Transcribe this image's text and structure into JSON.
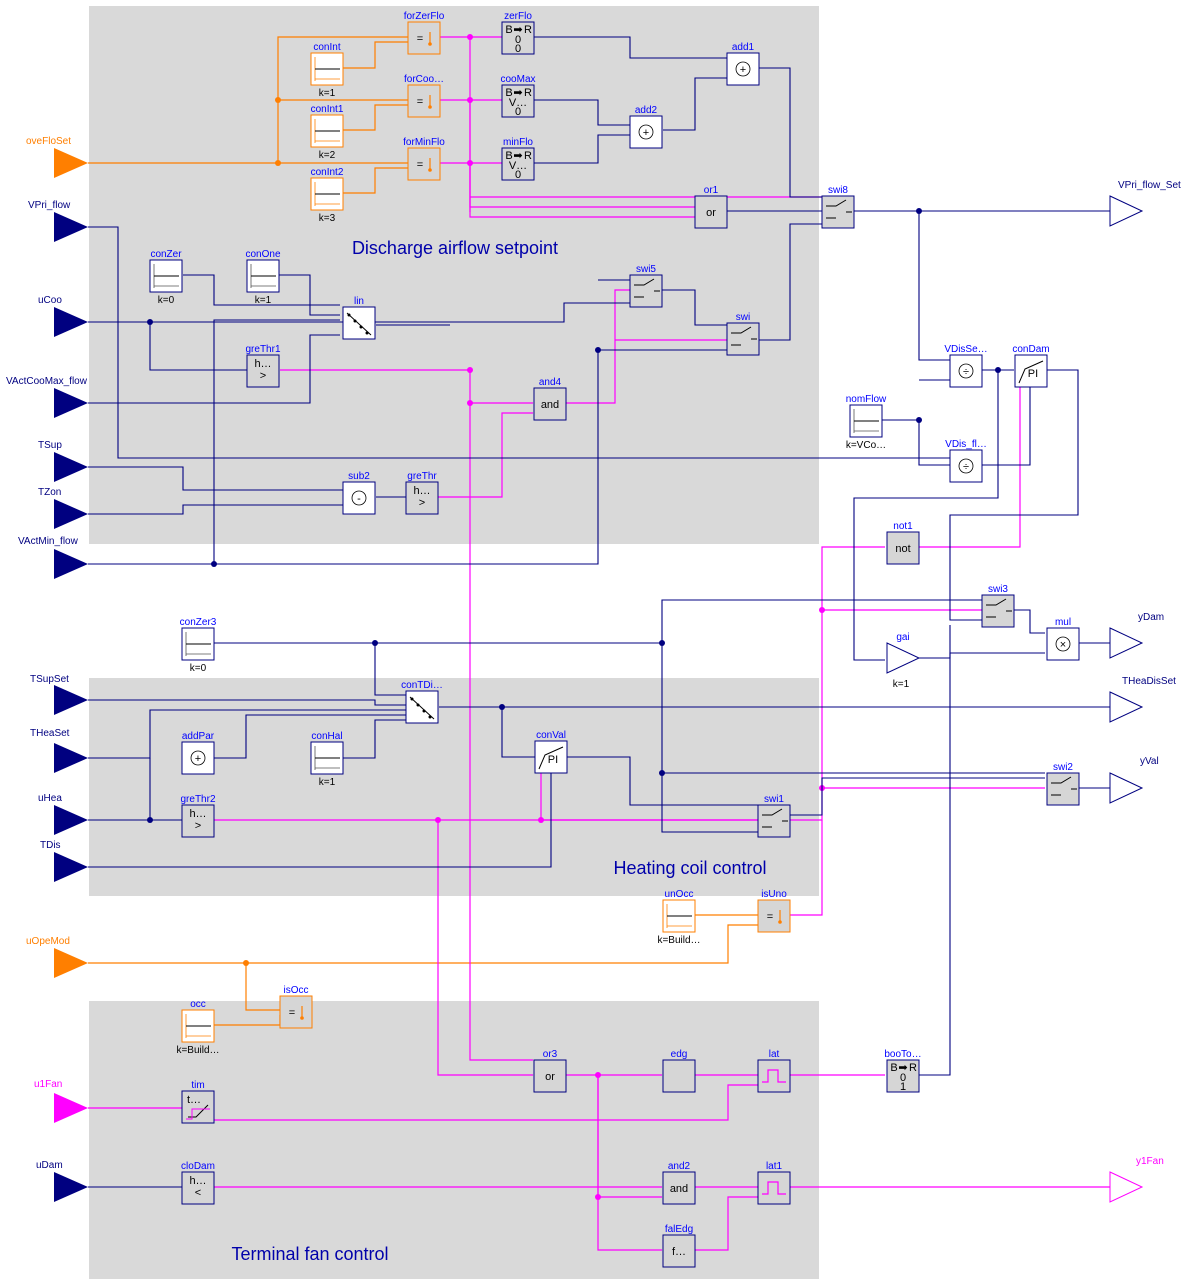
{
  "colors": {
    "real": "#000080",
    "boolean": "#ff00ff",
    "integer": "#ff7f00",
    "region": "#d9d9d9",
    "label": "#0000ff"
  },
  "regions": [
    {
      "id": "airflow",
      "title": "Discharge airflow setpoint"
    },
    {
      "id": "heating",
      "title": "Heating coil control"
    },
    {
      "id": "fan",
      "title": "Terminal fan control"
    }
  ],
  "inputs": [
    {
      "name": "oveFloSet",
      "type": "integer"
    },
    {
      "name": "VPri_flow",
      "type": "real"
    },
    {
      "name": "uCoo",
      "type": "real"
    },
    {
      "name": "VActCooMax_flow",
      "type": "real"
    },
    {
      "name": "TSup",
      "type": "real"
    },
    {
      "name": "TZon",
      "type": "real"
    },
    {
      "name": "VActMin_flow",
      "type": "real"
    },
    {
      "name": "TSupSet",
      "type": "real"
    },
    {
      "name": "THeaSet",
      "type": "real"
    },
    {
      "name": "uHea",
      "type": "real"
    },
    {
      "name": "TDis",
      "type": "real"
    },
    {
      "name": "uOpeMod",
      "type": "integer"
    },
    {
      "name": "u1Fan",
      "type": "boolean"
    },
    {
      "name": "uDam",
      "type": "real"
    }
  ],
  "outputs": [
    {
      "name": "VPri_flow_Set",
      "type": "real"
    },
    {
      "name": "yDam",
      "type": "real"
    },
    {
      "name": "THeaDisSet",
      "type": "real"
    },
    {
      "name": "yVal",
      "type": "real"
    },
    {
      "name": "y1Fan",
      "type": "boolean"
    }
  ],
  "blocks": [
    {
      "name": "forZerFlo",
      "kind": "inteq",
      "text": "="
    },
    {
      "name": "zerFlo",
      "kind": "b2r",
      "text": "0",
      "text2": "0"
    },
    {
      "name": "conInt",
      "kind": "const-int",
      "param": "k=1"
    },
    {
      "name": "forCoo…",
      "kind": "inteq",
      "text": "="
    },
    {
      "name": "cooMax",
      "kind": "b2r",
      "text": "V…",
      "text2": "0"
    },
    {
      "name": "add1",
      "kind": "op",
      "text": "+"
    },
    {
      "name": "add2",
      "kind": "op",
      "text": "+"
    },
    {
      "name": "conInt1",
      "kind": "const-int",
      "param": "k=2"
    },
    {
      "name": "forMinFlo",
      "kind": "inteq",
      "text": "="
    },
    {
      "name": "minFlo",
      "kind": "b2r",
      "text": "V…",
      "text2": "0"
    },
    {
      "name": "conInt2",
      "kind": "const-int",
      "param": "k=3"
    },
    {
      "name": "or1",
      "kind": "bool",
      "text": "or"
    },
    {
      "name": "swi8",
      "kind": "switch"
    },
    {
      "name": "conZer",
      "kind": "const",
      "param": "k=0"
    },
    {
      "name": "conOne",
      "kind": "const",
      "param": "k=1"
    },
    {
      "name": "swi5",
      "kind": "switch"
    },
    {
      "name": "lin",
      "kind": "line"
    },
    {
      "name": "swi",
      "kind": "switch"
    },
    {
      "name": "greThr1",
      "kind": "gre",
      "text": "h…",
      "text2": ">"
    },
    {
      "name": "and4",
      "kind": "bool",
      "text": "and"
    },
    {
      "name": "sub2",
      "kind": "op",
      "text": "-"
    },
    {
      "name": "greThr",
      "kind": "gre",
      "text": "h…",
      "text2": ">"
    },
    {
      "name": "VDisSe…",
      "kind": "op",
      "text": "÷"
    },
    {
      "name": "conDam",
      "kind": "pi",
      "text": "PI"
    },
    {
      "name": "nomFlow",
      "kind": "const",
      "param": "k=VCo…"
    },
    {
      "name": "VDis_fl…",
      "kind": "op",
      "text": "÷"
    },
    {
      "name": "not1",
      "kind": "bool",
      "text": "not"
    },
    {
      "name": "swi3",
      "kind": "switch"
    },
    {
      "name": "mul",
      "kind": "op",
      "text": "×"
    },
    {
      "name": "gai",
      "kind": "gain",
      "param": "k=1"
    },
    {
      "name": "conZer3",
      "kind": "const",
      "param": "k=0"
    },
    {
      "name": "conTDi…",
      "kind": "line"
    },
    {
      "name": "addPar",
      "kind": "op",
      "text": "+"
    },
    {
      "name": "conHal",
      "kind": "const",
      "param": "k=1"
    },
    {
      "name": "conVal",
      "kind": "pi",
      "text": "PI"
    },
    {
      "name": "swi2",
      "kind": "switch"
    },
    {
      "name": "greThr2",
      "kind": "gre",
      "text": "h…",
      "text2": ">"
    },
    {
      "name": "swi1",
      "kind": "switch"
    },
    {
      "name": "unOcc",
      "kind": "const-int",
      "param": "k=Build…"
    },
    {
      "name": "isUno",
      "kind": "inteq",
      "text": "="
    },
    {
      "name": "occ",
      "kind": "const-int",
      "param": "k=Build…"
    },
    {
      "name": "isOcc",
      "kind": "inteq",
      "text": "="
    },
    {
      "name": "or3",
      "kind": "bool",
      "text": "or"
    },
    {
      "name": "edg",
      "kind": "bool",
      "text": ""
    },
    {
      "name": "lat",
      "kind": "latch"
    },
    {
      "name": "booTo…",
      "kind": "b2r",
      "text": "0",
      "text2": "1"
    },
    {
      "name": "tim",
      "kind": "timer",
      "text": "t…"
    },
    {
      "name": "cloDam",
      "kind": "gre",
      "text": "h…",
      "text2": "<"
    },
    {
      "name": "and2",
      "kind": "bool",
      "text": "and"
    },
    {
      "name": "lat1",
      "kind": "latch"
    },
    {
      "name": "falEdg",
      "kind": "bool",
      "text": "f…"
    }
  ]
}
